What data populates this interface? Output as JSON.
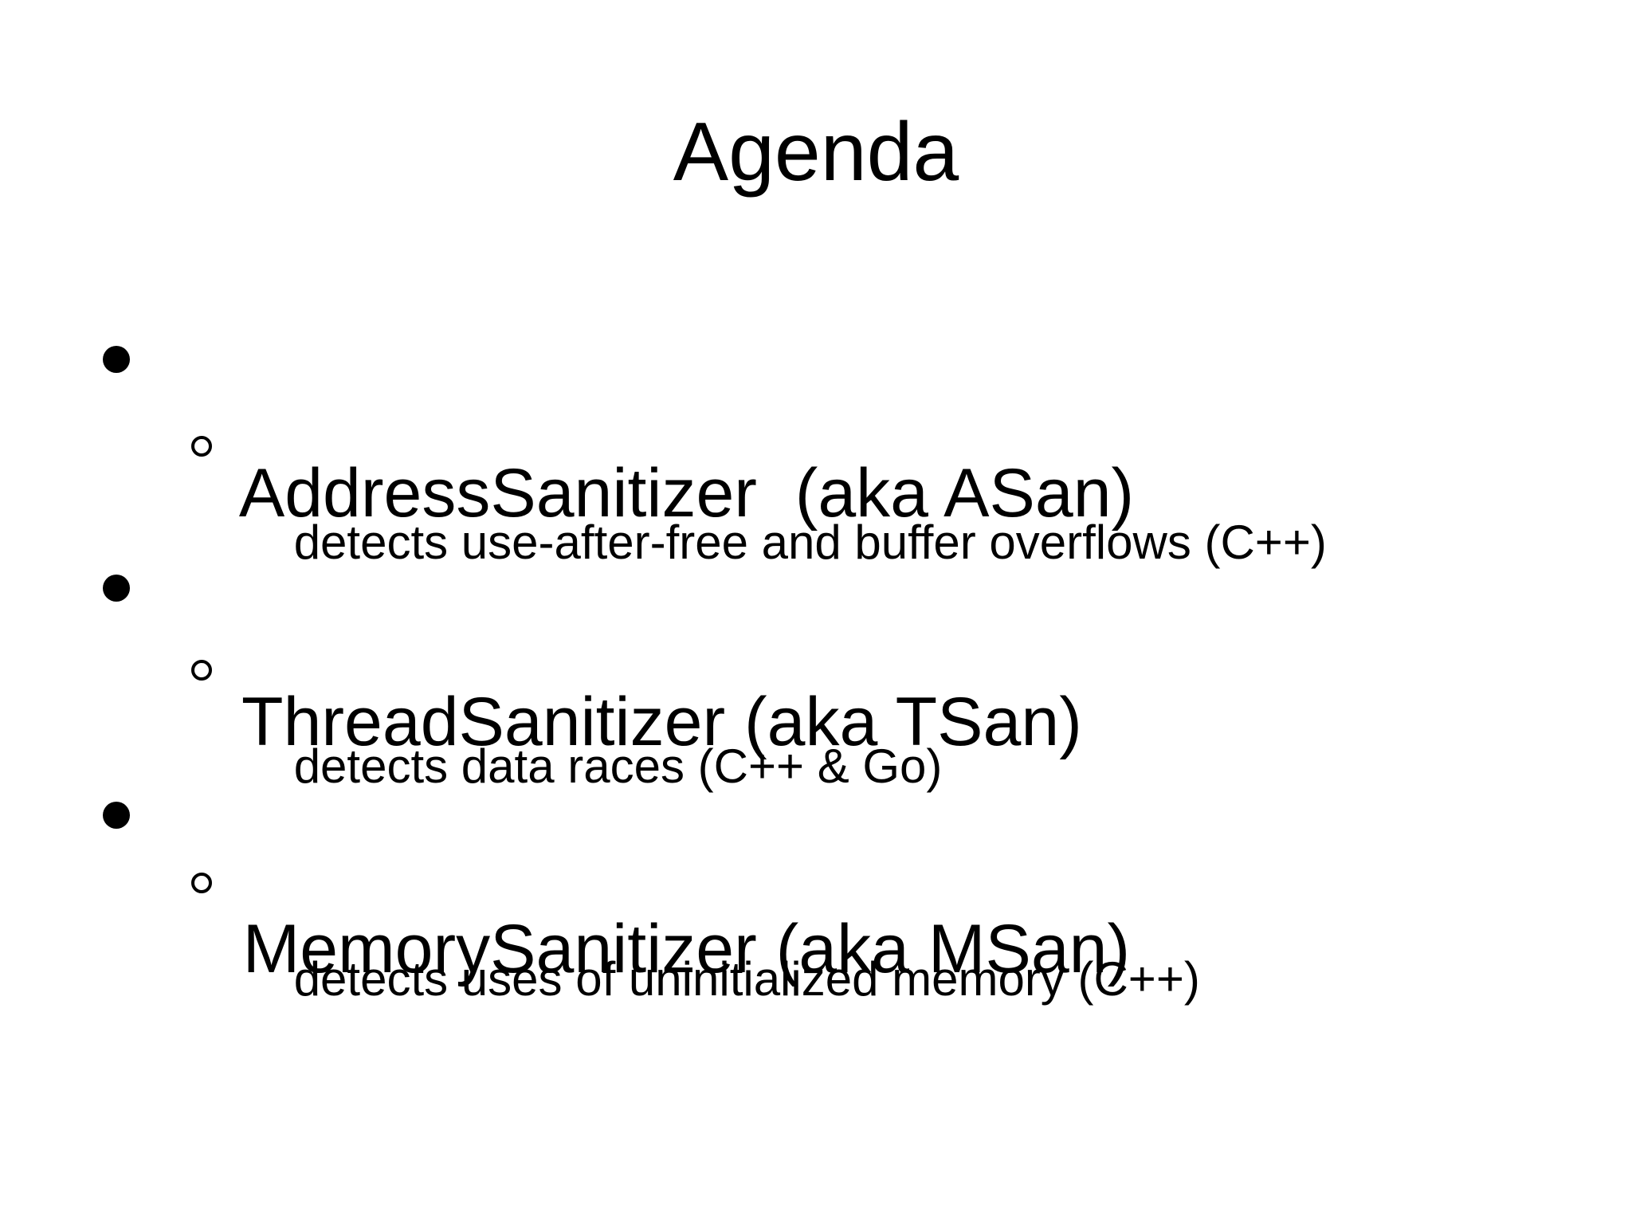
{
  "slide": {
    "title": "Agenda",
    "background_color": "#ffffff",
    "text_color": "#000000",
    "bullets": [
      {
        "label": "AddressSanitizer  (aka ASan)",
        "bullet_icon": "filled-circle",
        "sub_items": [
          {
            "label": "detects use-after-free and buffer overflows (C++)",
            "bullet_icon": "hollow-circle"
          }
        ]
      },
      {
        "label": "ThreadSanitizer (aka TSan)",
        "bullet_icon": "filled-circle",
        "sub_items": [
          {
            "label": "detects data races (C++ & Go)",
            "bullet_icon": "hollow-circle"
          }
        ]
      },
      {
        "label": "MemorySanitizer (aka MSan)",
        "bullet_icon": "filled-circle",
        "sub_items": [
          {
            "label": "detects uses of uninitialized memory (C++)",
            "bullet_icon": "hollow-circle"
          }
        ]
      }
    ]
  }
}
